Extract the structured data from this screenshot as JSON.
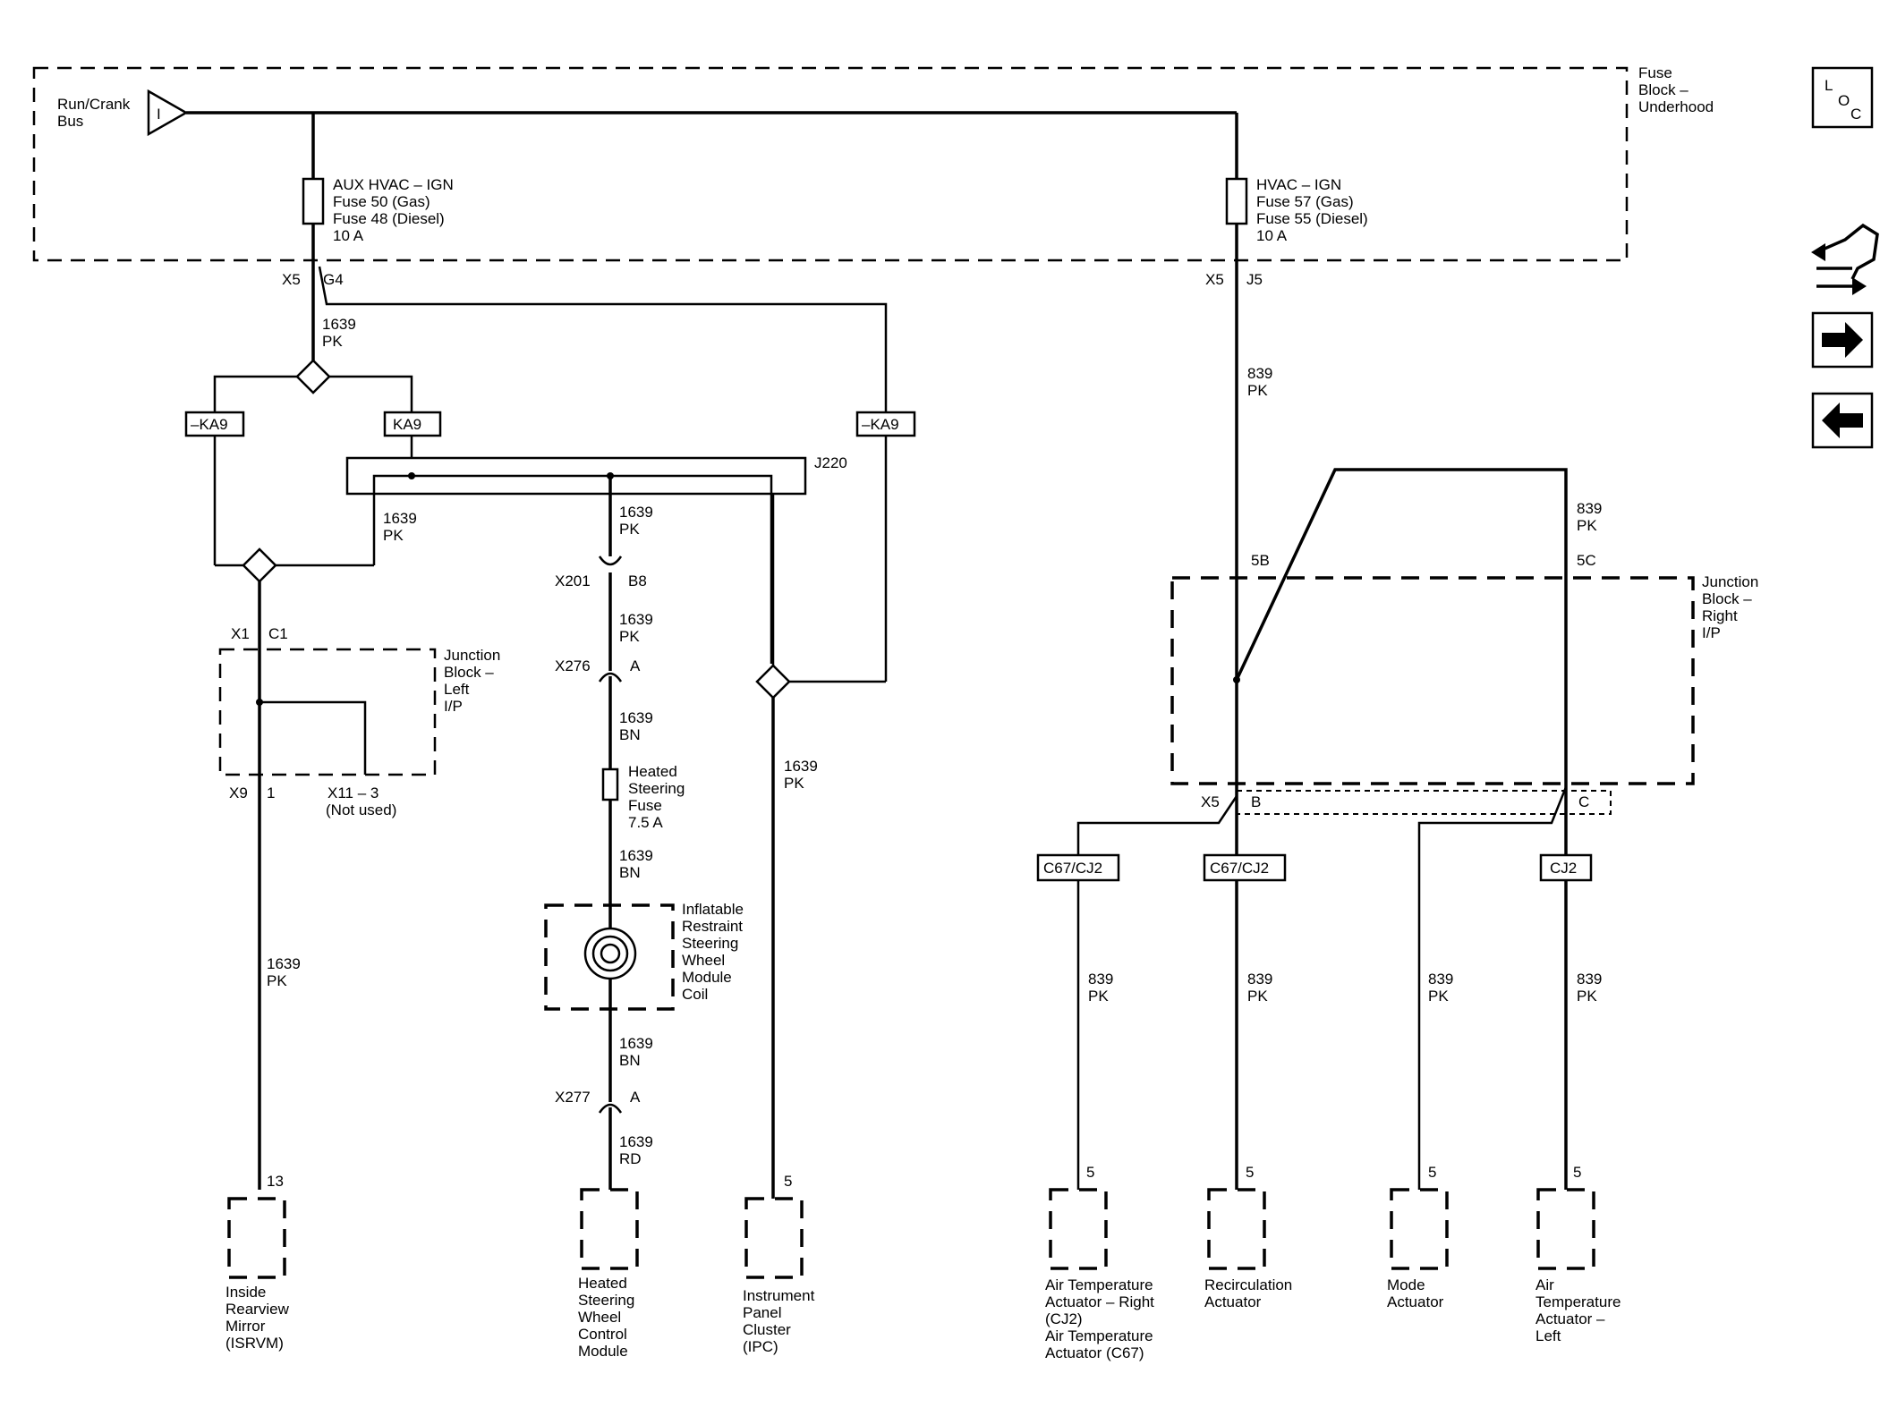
{
  "header": {
    "run_crank_bus": [
      "Run/Crank",
      "Bus"
    ],
    "fuse_block_underhood": [
      "Fuse",
      "Block –",
      "Underhood"
    ],
    "bus_symbol": "I"
  },
  "nav_icons": {
    "loc": [
      "L",
      "O",
      "C"
    ],
    "harness_icon": "harness-icon",
    "next_icon": "arrow-right-icon",
    "prev_icon": "arrow-left-icon"
  },
  "fuses": {
    "aux": [
      "AUX HVAC – IGN",
      "Fuse 50 (Gas)",
      "Fuse 48 (Diesel)",
      "10 A"
    ],
    "hvac": [
      "HVAC – IGN",
      "Fuse 57 (Gas)",
      "Fuse 55 (Diesel)",
      "10 A"
    ]
  },
  "connectors": {
    "x5_left": "X5",
    "g4": "G4",
    "x5_right": "X5",
    "j5": "J5",
    "j220": "J220",
    "x1": "X1",
    "c1": "C1",
    "x9": "X9",
    "pin1": "1",
    "x11": "X11 – 3",
    "x11_note": "(Not used)",
    "x201": "X201",
    "b8": "B8",
    "x276": "X276",
    "a276": "A",
    "x277": "X277",
    "a277": "A",
    "pin5b": "5B",
    "pin5c": "5C",
    "x5_bottom": "X5",
    "b_bottom": "B",
    "c_bottom": "C"
  },
  "options": {
    "ka9_neg_left": "–KA9",
    "ka9": "KA9",
    "ka9_neg_right": "–KA9",
    "c67_cj2_a": "C67/CJ2",
    "c67_cj2_b": "C67/CJ2",
    "cj2": "CJ2"
  },
  "wires": {
    "w1639_top": [
      "1639",
      "PK"
    ],
    "w1639_left": [
      "1639",
      "PK"
    ],
    "w1639_center1": [
      "1639",
      "PK"
    ],
    "w1639_center2": [
      "1639",
      "PK"
    ],
    "w1639_bn1": [
      "1639",
      "BN"
    ],
    "w1639_bn2": [
      "1639",
      "BN"
    ],
    "w1639_bn3": [
      "1639",
      "BN"
    ],
    "w1639_rd": [
      "1639",
      "RD"
    ],
    "w1639_ipc": [
      "1639",
      "PK"
    ],
    "w1639_mirror": [
      "1639",
      "PK"
    ],
    "w839_top": [
      "839",
      "PK"
    ],
    "w839_right": [
      "839",
      "PK"
    ],
    "w839_a": [
      "839",
      "PK"
    ],
    "w839_b": [
      "839",
      "PK"
    ],
    "w839_c": [
      "839",
      "PK"
    ],
    "w839_d": [
      "839",
      "PK"
    ]
  },
  "junction_blocks": {
    "left": [
      "Junction",
      "Block –",
      "Left",
      "I/P"
    ],
    "right": [
      "Junction",
      "Block –",
      "Right",
      "I/P"
    ]
  },
  "inline_components": {
    "heated_fuse": [
      "Heated",
      "Steering",
      "Fuse",
      "7.5 A"
    ],
    "coil": [
      "Inflatable",
      "Restraint",
      "Steering",
      "Wheel",
      "Module",
      "Coil"
    ]
  },
  "pins": {
    "mirror": "13",
    "hswcm": "",
    "ipc": "5",
    "act1": "5",
    "act2": "5",
    "act3": "5",
    "act4": "5"
  },
  "components": {
    "mirror": [
      "Inside",
      "Rearview",
      "Mirror",
      "(ISRVM)"
    ],
    "hswcm": [
      "Heated",
      "Steering",
      "Wheel",
      "Control",
      "Module"
    ],
    "ipc": [
      "Instrument",
      "Panel",
      "Cluster",
      "(IPC)"
    ],
    "act_right": [
      "Air Temperature",
      "Actuator – Right",
      "(CJ2)",
      "Air Temperature",
      "Actuator (C67)"
    ],
    "recirc": [
      "Recirculation",
      "Actuator"
    ],
    "mode": [
      "Mode",
      "Actuator"
    ],
    "act_left": [
      "Air",
      "Temperature",
      "Actuator –",
      "Left"
    ]
  }
}
